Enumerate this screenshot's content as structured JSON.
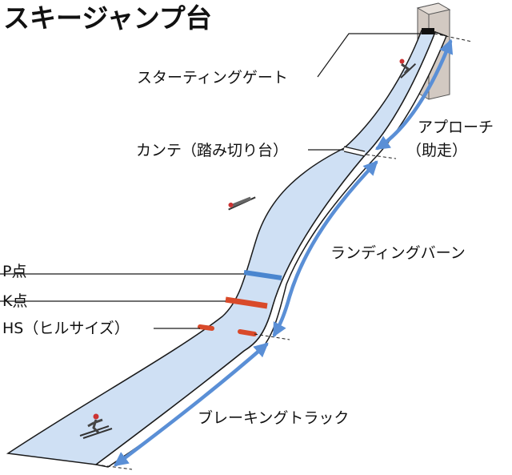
{
  "title": "スキージャンプ台",
  "labels": {
    "starting_gate": "スターティングゲート",
    "approach_line1": "アプローチ",
    "approach_line2": "（助走）",
    "kante": "カンテ（踏み切り台）",
    "landing_bahn": "ランディングバーン",
    "p_point": "P点",
    "k_point": "K点",
    "hs": "HS（ヒルサイズ）",
    "breaking_track": "ブレーキングトラック"
  },
  "colors": {
    "slope_fill": "#cfe0f4",
    "slope_edge": "#1a1a1a",
    "arrow": "#5a8fd6",
    "p_point": "#4a86cf",
    "k_point": "#d94a2a",
    "hs": "#d94a2a",
    "tower": "#d2c9c2"
  },
  "icons": [
    "jumper-at-gate-icon",
    "jumper-in-flight-icon",
    "skier-landing-icon"
  ]
}
